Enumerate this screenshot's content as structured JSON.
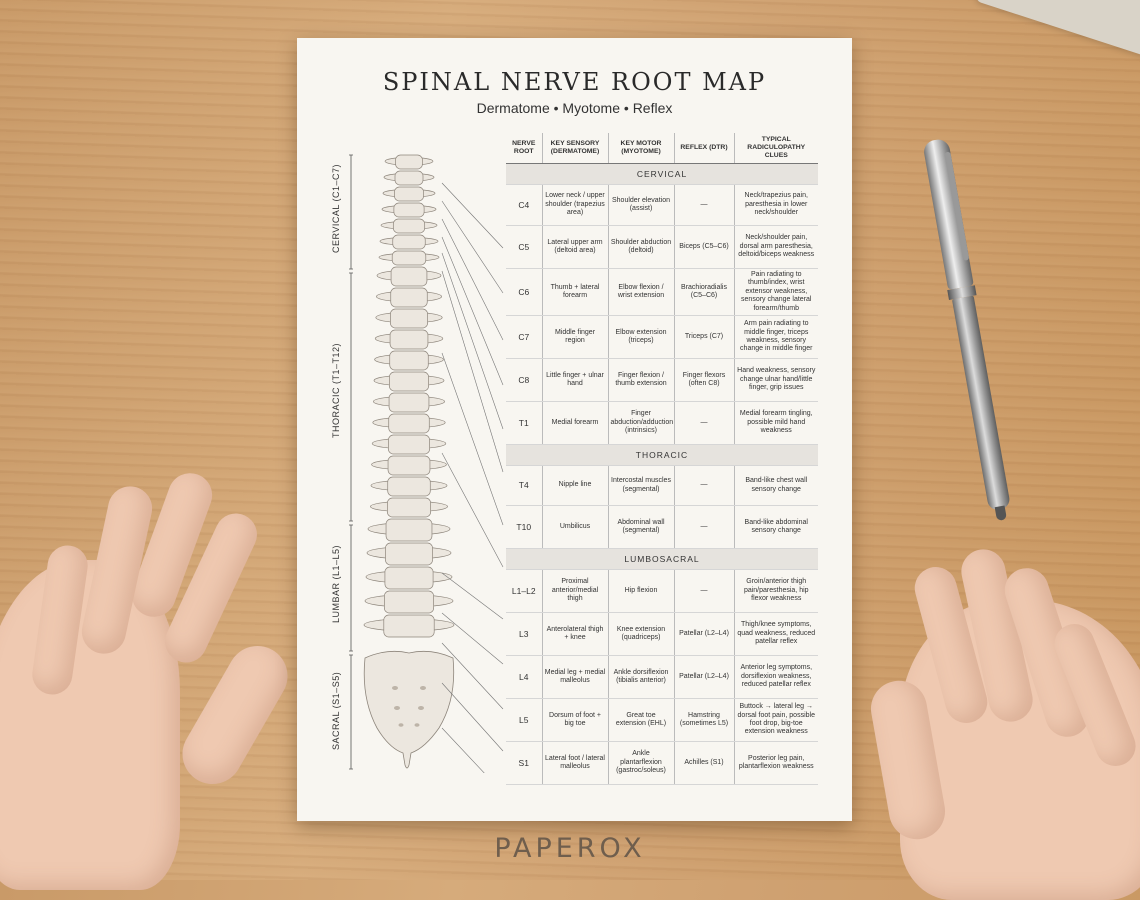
{
  "page": {
    "title": "SPINAL NERVE ROOT MAP",
    "subtitle": "Dermatome • Myotome • Reflex"
  },
  "regions": {
    "cervical": "CERVICAL (C1–C7)",
    "thoracic": "THORACIC (T1–T12)",
    "lumbar": "LUMBAR (L1–L5)",
    "sacral": "SACRAL (S1–S5)"
  },
  "table": {
    "headers": [
      "NERVE ROOT",
      "KEY SENSORY (DERMATOME)",
      "KEY MOTOR (MYOTOME)",
      "REFLEX (DTR)",
      "TYPICAL RADICULOPATHY CLUES"
    ],
    "sections": [
      {
        "name": "CERVICAL",
        "rows": [
          [
            "C4",
            "Lower neck / upper shoulder (trapezius area)",
            "Shoulder elevation (assist)",
            "—",
            "Neck/trapezius pain, paresthesia in lower neck/shoulder"
          ],
          [
            "C5",
            "Lateral upper arm (deltoid area)",
            "Shoulder abduction (deltoid)",
            "Biceps (C5–C6)",
            "Neck/shoulder pain, dorsal arm paresthesia, deltoid/biceps weakness"
          ],
          [
            "C6",
            "Thumb + lateral forearm",
            "Elbow flexion / wrist extension",
            "Brachioradialis (C5–C6)",
            "Pain radiating to thumb/index, wrist extensor weakness, sensory change lateral forearm/thumb"
          ],
          [
            "C7",
            "Middle finger region",
            "Elbow extension (triceps)",
            "Triceps (C7)",
            "Arm pain radiating to middle finger, triceps weakness, sensory change in middle finger"
          ],
          [
            "C8",
            "Little finger + ulnar hand",
            "Finger flexion / thumb extension",
            "Finger flexors (often C8)",
            "Hand weakness, sensory change ulnar hand/little finger, grip issues"
          ],
          [
            "T1",
            "Medial forearm",
            "Finger abduction/adduction (intrinsics)",
            "—",
            "Medial forearm tingling, possible mild hand weakness"
          ]
        ]
      },
      {
        "name": "THORACIC",
        "rows": [
          [
            "T4",
            "Nipple line",
            "Intercostal muscles (segmental)",
            "—",
            "Band-like chest wall sensory change"
          ],
          [
            "T10",
            "Umbilicus",
            "Abdominal wall (segmental)",
            "—",
            "Band-like abdominal sensory change"
          ]
        ]
      },
      {
        "name": "LUMBOSACRAL",
        "rows": [
          [
            "L1–L2",
            "Proximal anterior/medial thigh",
            "Hip flexion",
            "—",
            "Groin/anterior thigh pain/paresthesia, hip flexor weakness"
          ],
          [
            "L3",
            "Anterolateral thigh + knee",
            "Knee extension (quadriceps)",
            "Patellar (L2–L4)",
            "Thigh/knee symptoms, quad weakness, reduced patellar reflex"
          ],
          [
            "L4",
            "Medial leg + medial malleolus",
            "Ankle dorsiflexion (tibialis anterior)",
            "Patellar (L2–L4)",
            "Anterior leg symptoms, dorsiflexion weakness, reduced patellar reflex"
          ],
          [
            "L5",
            "Dorsum of foot + big toe",
            "Great toe extension (EHL)",
            "Hamstring (sometimes L5)",
            "Buttock → lateral leg → dorsal foot pain, possible foot drop, big-toe extension weakness"
          ],
          [
            "S1",
            "Lateral foot / lateral malleolus",
            "Ankle plantarflexion (gastroc/soleus)",
            "Achilles (S1)",
            "Posterior leg pain, plantarflexion weakness"
          ]
        ]
      }
    ]
  },
  "brand": "PAPEROX",
  "colors": {
    "paper": "#f8f6f1",
    "desk": "#d2a574",
    "bone": "#ece7df",
    "section_band": "#e6e3de"
  }
}
